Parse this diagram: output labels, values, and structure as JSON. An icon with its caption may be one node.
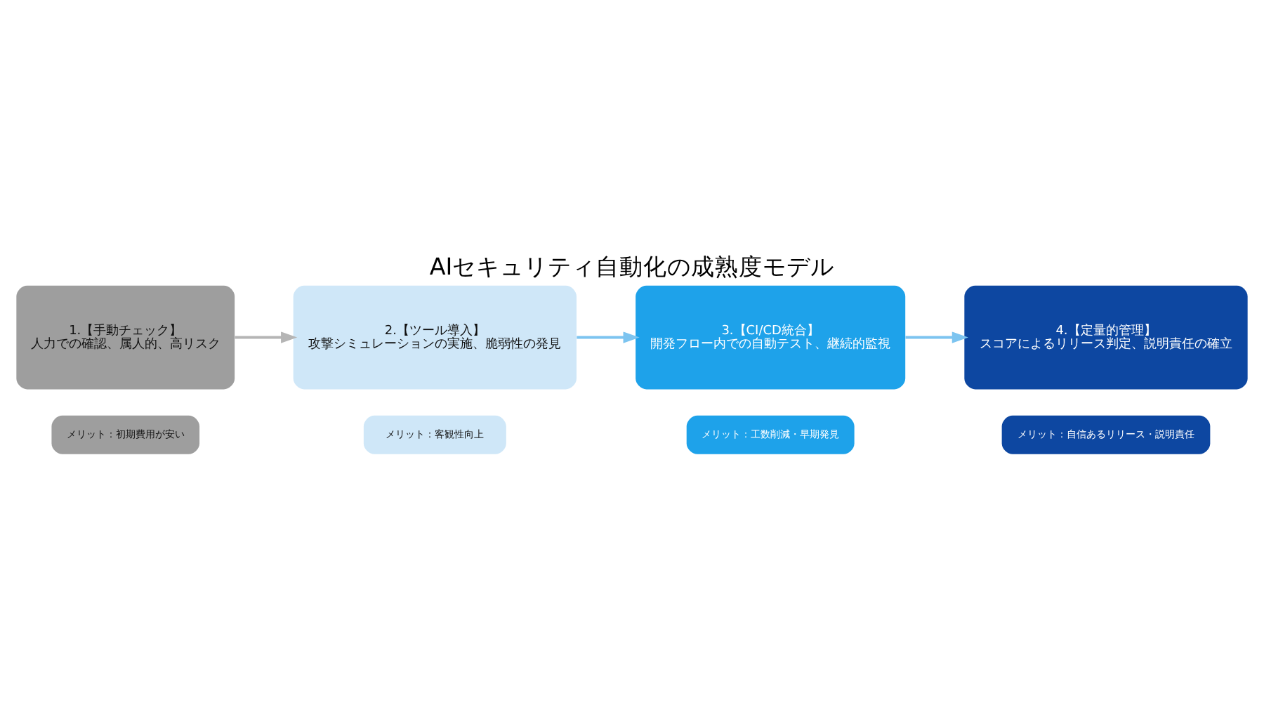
{
  "diagram": {
    "title": "AIセキュリティ自動化の成熟度モデル",
    "nodes": [
      {
        "text": [
          "1.【手動チェック】",
          "人力での確認、属人的、高リスク"
        ]
      },
      {
        "text": [
          "2.【ツール導入】",
          "攻撃シミュレーションの実施、脆弱性の発見"
        ]
      },
      {
        "text": [
          "3.【CI/CD統合】",
          "開発フロー内での自動テスト、継続的監視"
        ]
      },
      {
        "text": [
          "4.【定量的管理】",
          "スコアによるリリース判定、説明責任の確立"
        ]
      },
      {
        "text": [
          "メリット：初期費用が安い"
        ]
      },
      {
        "text": [
          "メリット：客観性向上"
        ]
      },
      {
        "text": [
          "メリット：工数削減・早期発見"
        ]
      },
      {
        "text": [
          "メリット：自信あるリリース・説明責任"
        ]
      }
    ],
    "edges": [
      {
        "from": 0,
        "to": 1,
        "arrow": "to",
        "color": "#b5b5b5"
      },
      {
        "from": 1,
        "to": 2,
        "arrow": "to"
      },
      {
        "from": 2,
        "to": 3,
        "arrow": "to"
      }
    ]
  }
}
